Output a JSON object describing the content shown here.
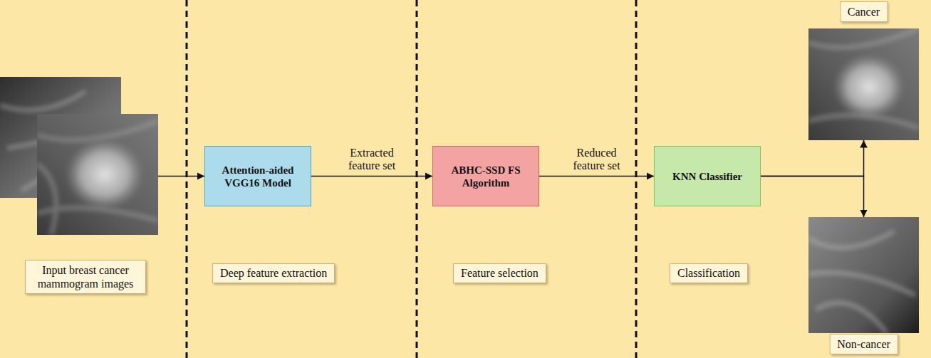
{
  "diagram": {
    "nodes": [
      {
        "text": [
          "Input breast cancer mammogram images"
        ]
      },
      {
        "text": [
          "Attention-aided VGG16 Model"
        ]
      },
      {
        "text": [
          "Deep feature extraction"
        ]
      },
      {
        "text": [
          "ABHC-SSD FS Algorithm"
        ]
      },
      {
        "text": [
          "Feature selection"
        ]
      },
      {
        "text": [
          "KNN Classifier"
        ]
      },
      {
        "text": [
          "Classification"
        ]
      },
      {
        "text": [
          "Cancer"
        ]
      },
      {
        "text": [
          "Non-cancer"
        ]
      }
    ],
    "edges": [
      {
        "from": 0,
        "to": 1,
        "arrow": "to"
      },
      {
        "from": 1,
        "to": 3,
        "label": "Extracted feature set",
        "arrow": "to"
      },
      {
        "from": 3,
        "to": 5,
        "label": "Reduced feature set",
        "arrow": "to"
      },
      {
        "from": 5,
        "to": 7,
        "arrow": "to"
      },
      {
        "from": 5,
        "to": 8,
        "arrow": "to"
      }
    ]
  }
}
